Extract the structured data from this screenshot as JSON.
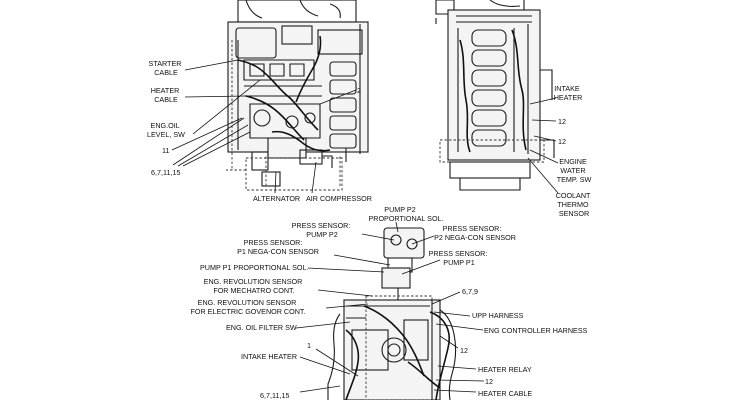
{
  "labels": {
    "starter_cable": [
      "STARTER",
      "CABLE"
    ],
    "heater_cable_top": [
      "HEATER",
      "CABLE"
    ],
    "eng_oil_level": [
      "ENG.OIL",
      "LEVEL, SW"
    ],
    "ref_11": "11",
    "ref_6_7_11_15_top": "6,7,11,15",
    "ref_2": "2",
    "alternator": "ALTERNATOR",
    "air_compressor": "AIR COMPRESSOR",
    "intake_heater_top": [
      "INTAKE",
      "HEATER"
    ],
    "ref_12_a": "12",
    "ref_12_b": "12",
    "engine_water_temp": [
      "ENGINE",
      "WATER",
      "TEMP. SW"
    ],
    "coolant_thermo": [
      "COOLANT",
      "THERMO",
      "SENSOR"
    ],
    "pump_p2_prop": [
      "PUMP P2",
      "PROPORTIONAL SOL."
    ],
    "press_sensor_pump_p2": [
      "PRESS SENSOR:",
      "PUMP P2"
    ],
    "press_sensor_p2_nega": [
      "PRESS SENSOR:",
      "P2 NEGA-CON SENSOR"
    ],
    "press_sensor_p1_nega": [
      "PRESS SENSOR:",
      "P1 NEGA-CON SENSOR"
    ],
    "press_sensor_pump_p1": [
      "PRESS SENSOR:",
      "PUMP P1"
    ],
    "pump_p1_prop": "PUMP P1 PROPORTIONAL SOL.",
    "eng_rev_mechatro": [
      "ENG. REVOLUTION SENSOR",
      "FOR MECHATRO CONT."
    ],
    "eng_rev_governor": [
      "ENG. REVOLUTION SENSOR",
      "FOR ELECTRIC GOVENOR CONT."
    ],
    "eng_oil_filter": "ENG. OIL FILTER SW",
    "intake_heater_bottom": "INTAKE HEATER",
    "ref_1": "1",
    "ref_6_7_11_15_bottom": "6,7,11,15",
    "ref_6_7_9": "6,7,9",
    "upp_harness": "UPP HARNESS",
    "eng_controller_harness": "ENG CONTROLLER HARNESS",
    "ref_12_c": "12",
    "heater_relay": "HEATER RELAY",
    "ref_12_d": "12",
    "heater_cable_bottom": "HEATER CABLE"
  }
}
